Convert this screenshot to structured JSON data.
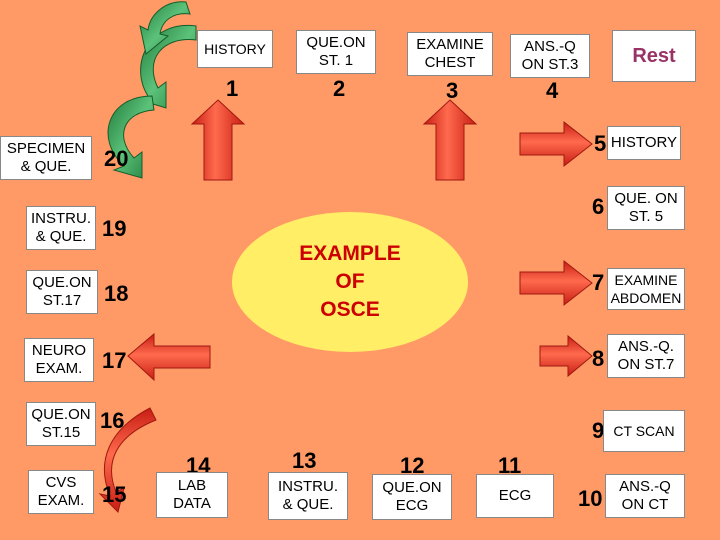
{
  "center": {
    "text": "EXAMPLE\nOF\nOSCE"
  },
  "stations": [
    {
      "num": "1",
      "label": "HISTORY"
    },
    {
      "num": "2",
      "label": "QUE.ON\nST. 1"
    },
    {
      "num": "3",
      "label": "EXAMINE\nCHEST"
    },
    {
      "num": "4",
      "label": "ANS.-Q\nON ST.3"
    },
    {
      "num": "5",
      "label": "HISTORY"
    },
    {
      "num": "6",
      "label": "QUE. ON\nST. 5"
    },
    {
      "num": "7",
      "label": "EXAMINE\nABDOMEN"
    },
    {
      "num": "8",
      "label": "ANS.-Q.\nON ST.7"
    },
    {
      "num": "9",
      "label": "CT SCAN"
    },
    {
      "num": "10",
      "label": "ANS.-Q\nON CT"
    },
    {
      "num": "11",
      "label": "ECG"
    },
    {
      "num": "12",
      "label": "QUE.ON\nECG"
    },
    {
      "num": "13",
      "label": "INSTRU.\n& QUE."
    },
    {
      "num": "14",
      "label": "LAB\nDATA"
    },
    {
      "num": "15",
      "label": "CVS\nEXAM."
    },
    {
      "num": "16",
      "label": "QUE.ON\nST.15"
    },
    {
      "num": "17",
      "label": "NEURO\nEXAM."
    },
    {
      "num": "18",
      "label": "QUE.ON\nST.17"
    },
    {
      "num": "19",
      "label": "INSTRU.\n& QUE."
    },
    {
      "num": "20",
      "label": "SPECIMEN\n& QUE."
    }
  ],
  "rest": {
    "label": "Rest"
  },
  "colors": {
    "background": "#ff9a66",
    "center": "#ffee66",
    "center_text": "#cc0000",
    "red_arrow": "#e8372c",
    "green_arrow": "#3a9a52",
    "rest_text": "#993366"
  }
}
